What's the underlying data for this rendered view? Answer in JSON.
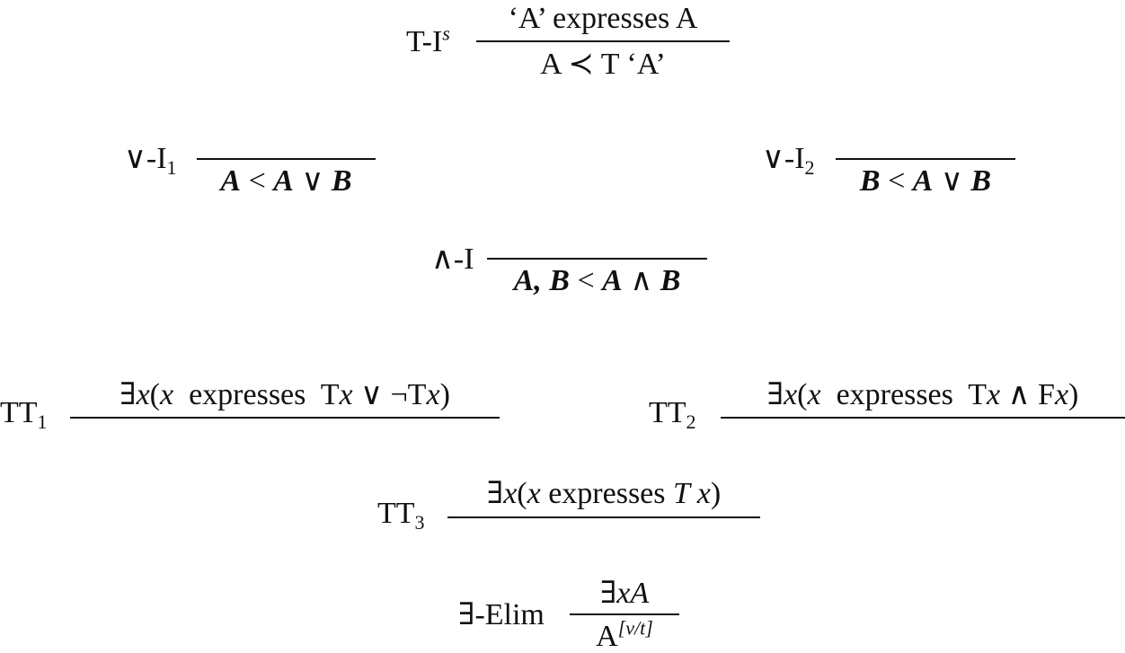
{
  "rules": {
    "ti": {
      "name": "T-I",
      "name_sup": "s",
      "premise": "‘A’ expresses A",
      "conclusion": "A ≺ T ‘A’"
    },
    "or1": {
      "name": "∨-I",
      "name_sub": "1",
      "conclusion_a": "A",
      "conclusion_lt": "<",
      "conclusion_b": "A",
      "conclusion_op": "∨",
      "conclusion_c": "B"
    },
    "or2": {
      "name": "∨-I",
      "name_sub": "2",
      "conclusion_a": "B",
      "conclusion_lt": "<",
      "conclusion_b": "A",
      "conclusion_op": "∨",
      "conclusion_c": "B"
    },
    "and": {
      "name": "∧-I",
      "conclusion_a": "A, B",
      "conclusion_lt": "<",
      "conclusion_b": "A",
      "conclusion_op": "∧",
      "conclusion_c": "B"
    },
    "tt1": {
      "name": "TT",
      "name_sub": "1",
      "premise_1": "∃",
      "premise_2": "x",
      "premise_3": "(",
      "premise_4": "x",
      "premise_5": "  expresses  T",
      "premise_6": "x",
      "premise_7": " ∨ ¬T",
      "premise_8": "x",
      "premise_9": ")"
    },
    "tt2": {
      "name": "TT",
      "name_sub": "2",
      "premise_1": "∃",
      "premise_2": "x",
      "premise_3": "(",
      "premise_4": "x",
      "premise_5": "  expresses  T",
      "premise_6": "x",
      "premise_7": " ∧ F",
      "premise_8": "x",
      "premise_9": ")"
    },
    "tt3": {
      "name": "TT",
      "name_sub": "3",
      "premise_1": "∃",
      "premise_2": "x",
      "premise_3": "(",
      "premise_4": "x",
      "premise_5": " expresses ",
      "premise_6": "T x",
      "premise_7": ")"
    },
    "elim": {
      "name": "∃-Elim",
      "premise_1": "∃",
      "premise_2": "x",
      "premise_3": "A",
      "conclusion": "A",
      "conclusion_sup": "[v/t]"
    }
  }
}
